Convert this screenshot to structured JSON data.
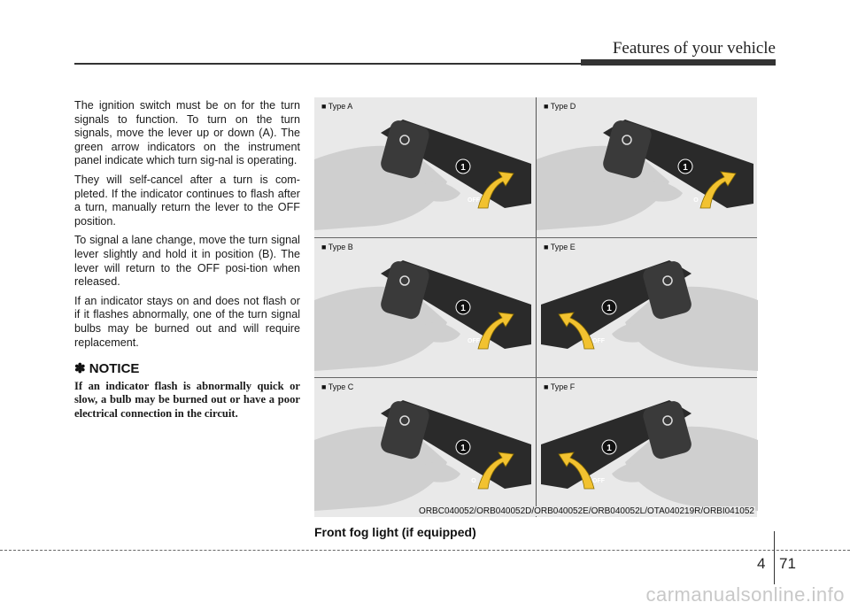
{
  "header": {
    "title": "Features of your vehicle"
  },
  "body": {
    "paragraphs": [
      "The ignition switch must be on for the turn signals to function. To turn on the turn signals, move the lever up or down (A). The green arrow indicators on the instrument panel indicate which turn sig-nal is operating.",
      "They will self-cancel after a turn is com-pleted. If the indicator continues to flash after a turn, manually return the lever to the OFF position.",
      "To signal a lane change, move the turn signal lever slightly and hold it in position (B). The lever will return to the OFF posi-tion when released.",
      "If an indicator stays on and does not flash or if it flashes abnormally, one of the turn signal bulbs may be burned out and will require replacement."
    ],
    "notice_title": "✽ NOTICE",
    "notice_text": "If an indicator flash is abnormally quick or slow, a bulb may be burned out or have a poor electrical connection in the circuit."
  },
  "figure": {
    "panels": [
      {
        "label": "■ Type A",
        "mirror": false,
        "off": "OFF"
      },
      {
        "label": "■ Type D",
        "mirror": false,
        "off": "O"
      },
      {
        "label": "■ Type B",
        "mirror": false,
        "off": "OFF"
      },
      {
        "label": "■ Type E",
        "mirror": true,
        "off": "OFF"
      },
      {
        "label": "■ Type C",
        "mirror": false,
        "off": "O"
      },
      {
        "label": "■ Type F",
        "mirror": true,
        "off": "OFF"
      }
    ],
    "marker": "1",
    "code": "ORBC040052/ORB040052D/ORB040052E/ORB040052L/OTA040219R/ORBI041052"
  },
  "caption": "Front fog light (if equipped)",
  "footer": {
    "section": "4",
    "page": "71"
  },
  "watermark": "carmanualsonline.info",
  "colors": {
    "arrow": "#f2c230",
    "hand": "#cfcfcf",
    "lever": "#2a2a2a"
  }
}
